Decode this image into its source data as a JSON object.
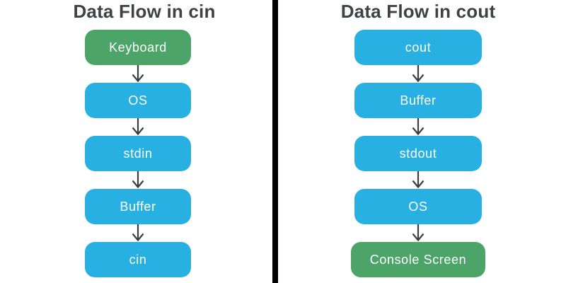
{
  "page": {
    "background": "#ffffff",
    "divider_color": "#000000"
  },
  "colors": {
    "green": "#4da468",
    "blue": "#29b0e2",
    "title_text": "#3f4245",
    "node_text": "#ffffff",
    "arrow": "#3b3e41"
  },
  "icons": {
    "flow_arrow": "down-arrow-icon"
  },
  "left_diagram": {
    "title": "Data Flow in cin",
    "nodes": [
      {
        "label": "Keyboard",
        "color_key": "green"
      },
      {
        "label": "OS",
        "color_key": "blue"
      },
      {
        "label": "stdin",
        "color_key": "blue"
      },
      {
        "label": "Buffer",
        "color_key": "blue"
      },
      {
        "label": "cin",
        "color_key": "blue"
      }
    ]
  },
  "right_diagram": {
    "title": "Data Flow in cout",
    "nodes": [
      {
        "label": "cout",
        "color_key": "blue"
      },
      {
        "label": "Buffer",
        "color_key": "blue"
      },
      {
        "label": "stdout",
        "color_key": "blue"
      },
      {
        "label": "OS",
        "color_key": "blue"
      },
      {
        "label": "Console Screen",
        "color_key": "green"
      }
    ]
  }
}
